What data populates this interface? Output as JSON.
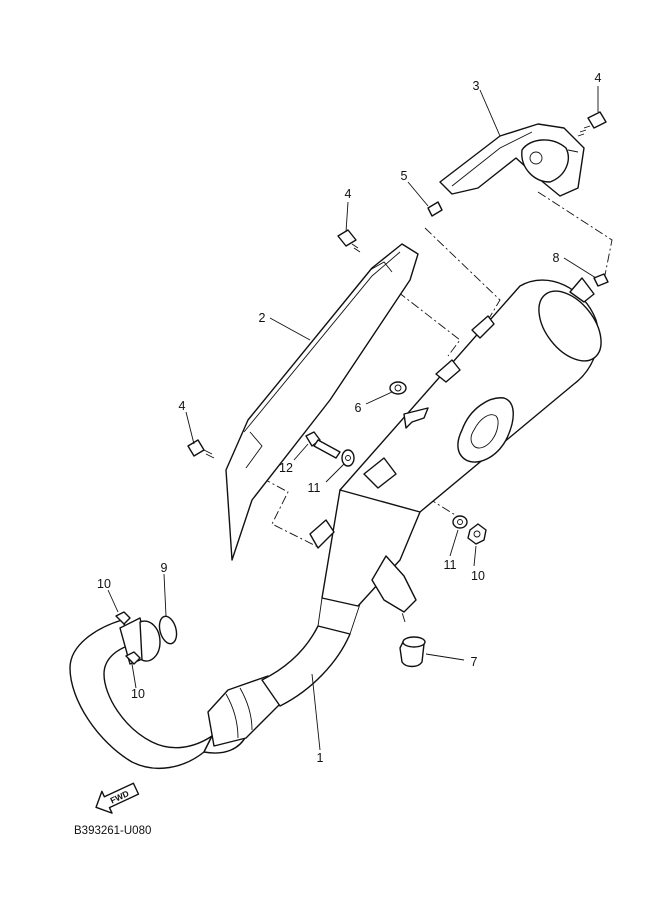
{
  "diagram_code": "B393261-U080",
  "fwd_label": "FWD",
  "callouts": [
    {
      "id": "c1",
      "label": "1"
    },
    {
      "id": "c2",
      "label": "2"
    },
    {
      "id": "c3",
      "label": "3"
    },
    {
      "id": "c4a",
      "label": "4"
    },
    {
      "id": "c4b",
      "label": "4"
    },
    {
      "id": "c4c",
      "label": "4"
    },
    {
      "id": "c5",
      "label": "5"
    },
    {
      "id": "c6",
      "label": "6"
    },
    {
      "id": "c7",
      "label": "7"
    },
    {
      "id": "c8",
      "label": "8"
    },
    {
      "id": "c9",
      "label": "9"
    },
    {
      "id": "c10a",
      "label": "10"
    },
    {
      "id": "c10b",
      "label": "10"
    },
    {
      "id": "c10c",
      "label": "10"
    },
    {
      "id": "c11a",
      "label": "11"
    },
    {
      "id": "c11b",
      "label": "11"
    },
    {
      "id": "c12",
      "label": "12"
    }
  ]
}
